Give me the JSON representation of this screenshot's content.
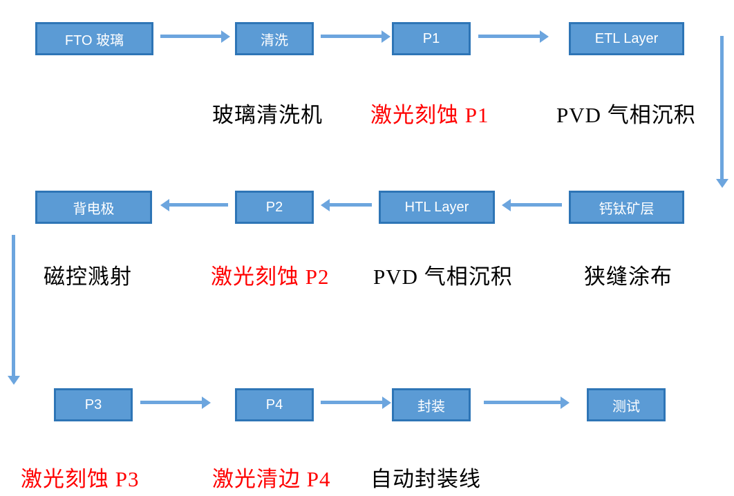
{
  "colors": {
    "box_fill": "#5B9BD5",
    "box_border": "#2E75B6",
    "box_text": "#FFFFFF",
    "arrow": "#6CA5DE",
    "label_red": "#FF0000",
    "label_black": "#000000",
    "canvas_bg": "#FFFFFF"
  },
  "nodes": [
    {
      "id": "fto-glass",
      "label": "FTO 玻璃"
    },
    {
      "id": "cleaning",
      "label": "清洗"
    },
    {
      "id": "p1",
      "label": "P1"
    },
    {
      "id": "etl-layer",
      "label": "ETL Layer"
    },
    {
      "id": "back-electrode",
      "label": "背电极"
    },
    {
      "id": "p2",
      "label": "P2"
    },
    {
      "id": "htl-layer",
      "label": "HTL Layer"
    },
    {
      "id": "perovskite-layer",
      "label": "钙钛矿层"
    },
    {
      "id": "p3",
      "label": "P3"
    },
    {
      "id": "p4",
      "label": "P4"
    },
    {
      "id": "encapsulation",
      "label": "封装"
    },
    {
      "id": "testing",
      "label": "测试"
    }
  ],
  "annotations": [
    {
      "id": "glass-washer",
      "text": "玻璃清洗机",
      "color": "black"
    },
    {
      "id": "laser-etch-p1",
      "text": "激光刻蚀 P1",
      "color": "red"
    },
    {
      "id": "pvd-deposition-1",
      "text": "PVD 气相沉积",
      "color": "black"
    },
    {
      "id": "magnetron-sputtering",
      "text": "磁控溅射",
      "color": "black"
    },
    {
      "id": "laser-etch-p2",
      "text": "激光刻蚀 P2",
      "color": "red"
    },
    {
      "id": "pvd-deposition-2",
      "text": "PVD 气相沉积",
      "color": "black"
    },
    {
      "id": "slot-die-coating",
      "text": "狭缝涂布",
      "color": "black"
    },
    {
      "id": "laser-etch-p3",
      "text": "激光刻蚀 P3",
      "color": "red"
    },
    {
      "id": "laser-edge-clean-p4",
      "text": "激光清边 P4",
      "color": "red"
    },
    {
      "id": "auto-encapsulation-line",
      "text": "自动封装线",
      "color": "black"
    }
  ],
  "connections": [
    {
      "from": "FTO 玻璃",
      "to": "清洗"
    },
    {
      "from": "清洗",
      "to": "P1"
    },
    {
      "from": "P1",
      "to": "ETL Layer"
    },
    {
      "from": "ETL Layer",
      "to": "钙钛矿层"
    },
    {
      "from": "钙钛矿层",
      "to": "HTL Layer"
    },
    {
      "from": "HTL Layer",
      "to": "P2"
    },
    {
      "from": "P2",
      "to": "背电极"
    },
    {
      "from": "背电极",
      "to": "P3"
    },
    {
      "from": "P3",
      "to": "P4"
    },
    {
      "from": "P4",
      "to": "封装"
    },
    {
      "from": "封装",
      "to": "测试"
    }
  ]
}
